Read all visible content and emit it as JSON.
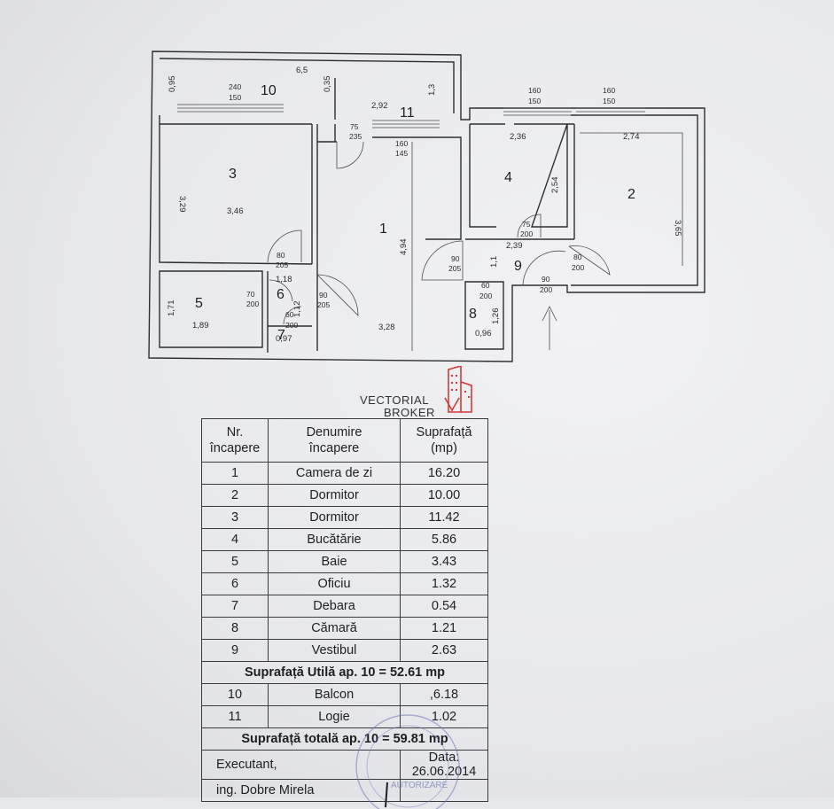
{
  "floorplan": {
    "rooms": [
      {
        "id": "1",
        "number": "1",
        "dims": [
          "4,94",
          "3,28"
        ]
      },
      {
        "id": "2",
        "number": "2",
        "dims": [
          "2,74",
          "3,65"
        ]
      },
      {
        "id": "3",
        "number": "3",
        "dims": [
          "3,29",
          "3,46"
        ]
      },
      {
        "id": "4",
        "number": "4",
        "dims": [
          "2,36",
          "2,54"
        ]
      },
      {
        "id": "5",
        "number": "5",
        "dims": [
          "1,71",
          "1,89"
        ]
      },
      {
        "id": "6",
        "number": "6",
        "dims": [
          "1,18",
          "1,12"
        ]
      },
      {
        "id": "7",
        "number": "7",
        "dims": [
          "0,97"
        ]
      },
      {
        "id": "8",
        "number": "8",
        "dims": [
          "1,26",
          "0,96"
        ]
      },
      {
        "id": "9",
        "number": "9",
        "dims": [
          "2,39",
          "1,1"
        ]
      },
      {
        "id": "10",
        "number": "10",
        "dims": [
          "6,5",
          "0,95",
          "0,35"
        ]
      },
      {
        "id": "11",
        "number": "11",
        "dims": [
          "2,92",
          "1,3"
        ]
      }
    ],
    "openings": [
      {
        "w": "240",
        "h": "150"
      },
      {
        "w": "75",
        "h": "235"
      },
      {
        "w": "160",
        "h": "145"
      },
      {
        "w": "160",
        "h": "150"
      },
      {
        "w": "160",
        "h": "150"
      },
      {
        "w": "80",
        "h": "205"
      },
      {
        "w": "70",
        "h": "200"
      },
      {
        "w": "90",
        "h": "205"
      },
      {
        "w": "60",
        "h": "200"
      },
      {
        "w": "90",
        "h": "205"
      },
      {
        "w": "75",
        "h": "200"
      },
      {
        "w": "80",
        "h": "200"
      },
      {
        "w": "60",
        "h": "200"
      },
      {
        "w": "90",
        "h": "200"
      }
    ]
  },
  "logo": {
    "line1": "VECTORIAL",
    "line2": "BROKER"
  },
  "table": {
    "headers": {
      "nr_1": "Nr.",
      "nr_2": "încapere",
      "name_1": "Denumire",
      "name_2": "încapere",
      "area_1": "Suprafață",
      "area_2": "(mp)"
    },
    "rows": [
      {
        "nr": "1",
        "name": "Camera de zi",
        "area": "16.20"
      },
      {
        "nr": "2",
        "name": "Dormitor",
        "area": "10.00"
      },
      {
        "nr": "3",
        "name": "Dormitor",
        "area": "11.42"
      },
      {
        "nr": "4",
        "name": "Bucătărie",
        "area": "5.86"
      },
      {
        "nr": "5",
        "name": "Baie",
        "area": "3.43"
      },
      {
        "nr": "6",
        "name": "Oficiu",
        "area": "1.32"
      },
      {
        "nr": "7",
        "name": "Debara",
        "area": "0.54"
      },
      {
        "nr": "8",
        "name": "Cămară",
        "area": "1.21"
      },
      {
        "nr": "9",
        "name": "Vestibul",
        "area": "2.63"
      }
    ],
    "subtotal": "Suprafață Utilă ap. 10 = 52.61 mp",
    "extra_rows": [
      {
        "nr": "10",
        "name": "Balcon",
        "area": ",6.18"
      },
      {
        "nr": "11",
        "name": "Logie",
        "area": "1.02"
      }
    ],
    "total": "Suprafață totală ap. 10 = 59.81 mp",
    "executant": "Executant,",
    "date": "Data: 26.06.2014",
    "engineer": "ing. Dobre Mirela",
    "stamp_text": "AUTORIZARE"
  }
}
